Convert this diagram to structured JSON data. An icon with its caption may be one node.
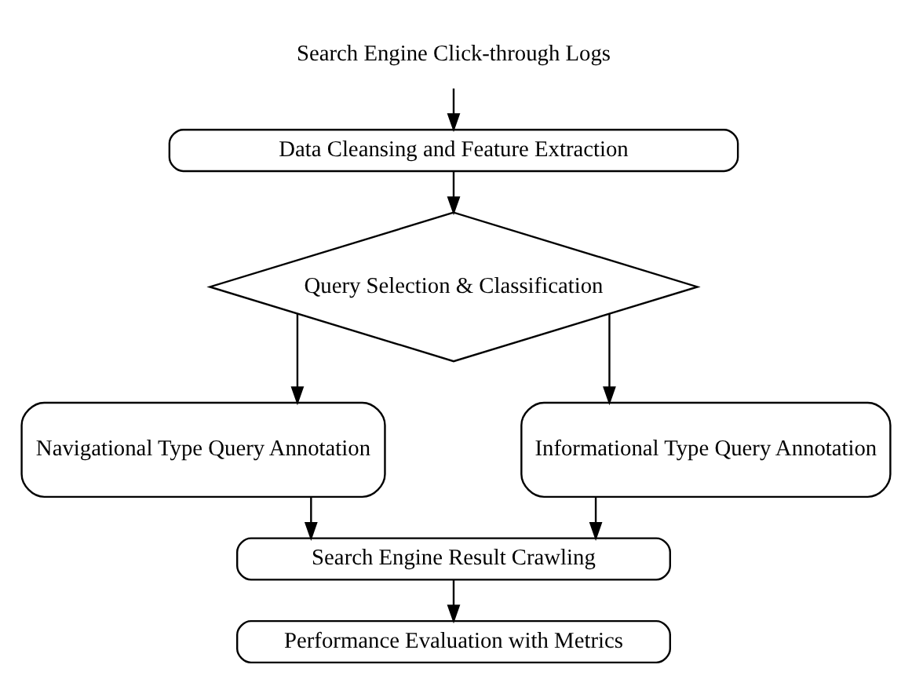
{
  "diagram": {
    "nodes": [
      {
        "text": [
          "Search Engine Click-through Logs"
        ]
      },
      {
        "text": [
          "Data Cleansing and Feature Extraction"
        ]
      },
      {
        "text": [
          "Query Selection & Classification"
        ]
      },
      {
        "text": [
          "Navigational Type Query Annotation"
        ]
      },
      {
        "text": [
          "Informational Type Query Annotation"
        ]
      },
      {
        "text": [
          "Search Engine Result Crawling"
        ]
      },
      {
        "text": [
          "Performance Evaluation with Metrics"
        ]
      }
    ],
    "edges": [
      {
        "from": 0,
        "to": 1,
        "arrow": "to"
      },
      {
        "from": 1,
        "to": 2,
        "arrow": "to"
      },
      {
        "from": 2,
        "to": 3,
        "arrow": "to"
      },
      {
        "from": 2,
        "to": 4,
        "arrow": "to"
      },
      {
        "from": 3,
        "to": 5,
        "arrow": "to"
      },
      {
        "from": 4,
        "to": 5,
        "arrow": "to"
      },
      {
        "from": 5,
        "to": 6,
        "arrow": "to"
      }
    ]
  }
}
